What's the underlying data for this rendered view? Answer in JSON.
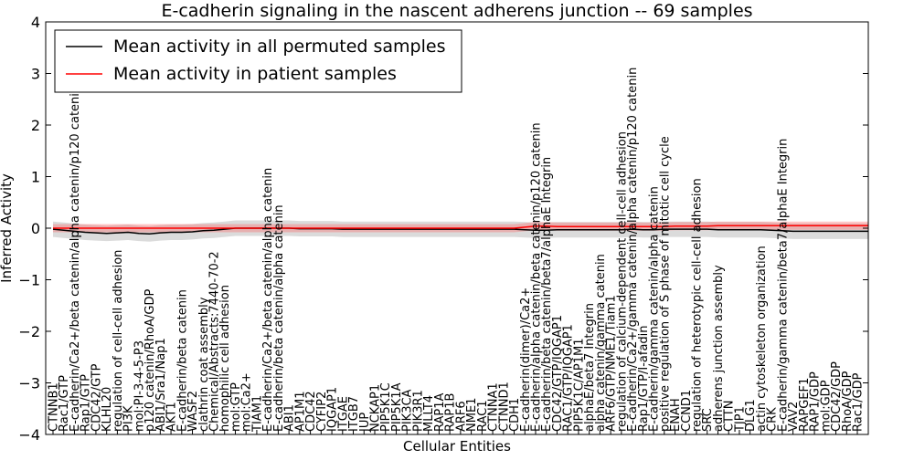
{
  "chart_data": {
    "type": "line",
    "title": "E-cadherin signaling in the nascent adherens junction -- 69 samples",
    "xlabel": "Cellular Entities",
    "ylabel": "Inferred Activity",
    "ylim": [
      -4,
      4
    ],
    "yticks": [
      "−4",
      "−3",
      "−2",
      "−1",
      "0",
      "1",
      "2",
      "3",
      "4"
    ],
    "legend_position": "top-left",
    "grid": false,
    "categories": [
      "CTNNB1",
      "Rac1/GTP",
      "E-cadherin/Ca2+/beta catenin/alpha catenin/p120 catenin",
      "Rap1/GTP",
      "CDC42/GTP",
      "KLHL20",
      "regulation of cell-cell adhesion",
      "PI3K",
      "mol:PI-3-4-5-P3",
      "p120 catenin/RhoA/GDP",
      "ABI1/Sra1/Nap1",
      "AKT1",
      "E-cadherin/beta catenin",
      "WASF2",
      "clathrin coat assembly",
      "Chemical/Abstracts:7440-70-2",
      "homophilic cell adhesion",
      "mol:GTP",
      "mol:Ca2+",
      "TIAM1",
      "E-cadherin/Ca2+/beta catenin/alpha catenin",
      "E-cadherin/beta catenin/alpha catenin",
      "ABI1",
      "AP1M1",
      "CDC42",
      "CYFIP2",
      "IQGAP1",
      "ITGAE",
      "ITGB7",
      "JUP",
      "NCKAP1",
      "PIP5K1C",
      "PIP5K1A",
      "PIK3CA",
      "PIK3R1",
      "MLLT4",
      "RAP1A",
      "RAP1B",
      "ARF6",
      "NME1",
      "RAC1",
      "CTNNA1",
      "CTNND1",
      "CDH1",
      "E-cadherin(dimer)/Ca2+",
      "E-cadherin/alpha catenin/beta catenin/p120 catenin",
      "E-cadherin/beta catenin/beta7/alphaE Integrin",
      "CDC42/GTP/IQGAP1",
      "RAC1/GTP/IQGAP1",
      "PIP5K1C/AP1M1",
      "alphaE/beta7 Integrin",
      "alpha catenin/gamma catenin",
      "ARF6/GTP/NME1/Tiam1",
      "regulation of calcium-dependent cell-cell adhesion",
      "E-cadherin/Ca2+/gamma catenin/alpha catenin/p120 catenin",
      "Rap1/GTP/I-afadin",
      "E-cadherin/gamma catenin/alpha catenin",
      "positive regulation of S phase of mitotic cell cycle",
      "ENAH",
      "CCND1",
      "regulation of heterotypic cell-cell adhesion",
      "SRC",
      "adherens junction assembly",
      "CTTN",
      "TJP1",
      "DLG1",
      "actin cytoskeleton organization",
      "CRK",
      "E-cadherin/gamma catenin/beta7/alphaE Integrin",
      "VAV2",
      "RAPGEF1",
      "RAP1/GDP",
      "mol:GDP",
      "CDC42/GDP",
      "RhoA/GDP",
      "Rac1/GDP"
    ],
    "series": [
      {
        "name": "Mean activity in all permuted samples",
        "color": "#000000",
        "values": [
          -0.02,
          -0.04,
          -0.06,
          -0.08,
          -0.09,
          -0.1,
          -0.09,
          -0.08,
          -0.1,
          -0.11,
          -0.09,
          -0.08,
          -0.08,
          -0.07,
          -0.05,
          -0.04,
          -0.02,
          0.0,
          0.0,
          0.0,
          0.0,
          0.0,
          0.0,
          -0.01,
          -0.01,
          -0.01,
          -0.01,
          -0.02,
          -0.02,
          -0.02,
          -0.02,
          -0.02,
          -0.02,
          -0.02,
          -0.02,
          -0.02,
          -0.02,
          -0.02,
          -0.02,
          -0.02,
          -0.02,
          -0.02,
          -0.02,
          -0.02,
          -0.03,
          -0.04,
          -0.04,
          -0.03,
          -0.03,
          -0.03,
          -0.03,
          -0.03,
          -0.03,
          -0.03,
          -0.02,
          -0.03,
          -0.03,
          -0.02,
          -0.02,
          -0.02,
          -0.02,
          -0.02,
          -0.03,
          -0.03,
          -0.03,
          -0.03,
          -0.03,
          -0.04,
          -0.05,
          -0.06,
          -0.06,
          -0.06,
          -0.06,
          -0.06,
          -0.06,
          -0.06,
          -0.06
        ]
      },
      {
        "name": "Mean activity in patient samples",
        "color": "#ff0000",
        "values": [
          0.0,
          0.0,
          0.0,
          0.0,
          0.0,
          0.0,
          0.0,
          0.0,
          0.0,
          0.0,
          0.0,
          0.0,
          0.0,
          0.0,
          0.0,
          0.0,
          0.0,
          0.0,
          0.0,
          0.0,
          0.0,
          0.0,
          0.0,
          0.0,
          0.0,
          0.0,
          0.0,
          0.0,
          0.0,
          0.0,
          0.0,
          0.0,
          0.0,
          0.0,
          0.0,
          0.0,
          0.0,
          0.0,
          0.0,
          0.0,
          0.0,
          0.0,
          0.0,
          0.0,
          0.02,
          0.04,
          0.04,
          0.03,
          0.03,
          0.03,
          0.03,
          0.03,
          0.03,
          0.03,
          0.03,
          0.03,
          0.03,
          0.03,
          0.04,
          0.04,
          0.04,
          0.04,
          0.05,
          0.05,
          0.05,
          0.05,
          0.05,
          0.05,
          0.05,
          0.05,
          0.05,
          0.05,
          0.05,
          0.05,
          0.05,
          0.05,
          0.05
        ]
      }
    ]
  }
}
